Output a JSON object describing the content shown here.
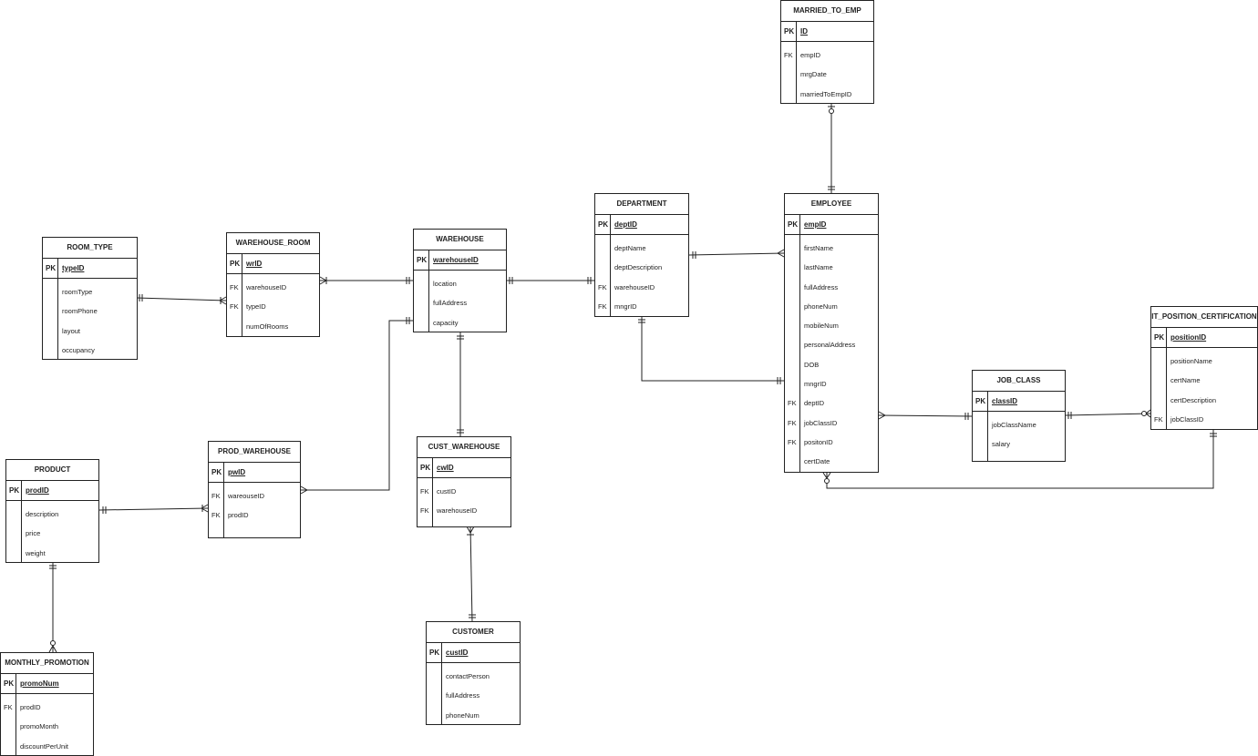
{
  "entities": {
    "married_to_emp": {
      "title": "MARRIED_TO_EMP",
      "pk_label": "PK",
      "pk": "ID",
      "attrs": [
        {
          "key": "FK",
          "name": "empID"
        },
        {
          "key": "",
          "name": "mrgDate"
        },
        {
          "key": "",
          "name": "marriedToEmpID"
        }
      ]
    },
    "room_type": {
      "title": "ROOM_TYPE",
      "pk_label": "PK",
      "pk": "typeID",
      "attrs": [
        {
          "key": "",
          "name": "roomType"
        },
        {
          "key": "",
          "name": "roomPhone"
        },
        {
          "key": "",
          "name": "layout"
        },
        {
          "key": "",
          "name": "occupancy"
        }
      ]
    },
    "warehouse_room": {
      "title": "WAREHOUSE_ROOM",
      "pk_label": "PK",
      "pk": "wrID",
      "attrs": [
        {
          "key": "FK",
          "name": "warehouseID"
        },
        {
          "key": "FK",
          "name": "typeID"
        },
        {
          "key": "",
          "name": "numOfRooms"
        }
      ]
    },
    "warehouse": {
      "title": "WAREHOUSE",
      "pk_label": "PK",
      "pk": "warehouseID",
      "attrs": [
        {
          "key": "",
          "name": "location"
        },
        {
          "key": "",
          "name": "fullAddress"
        },
        {
          "key": "",
          "name": "capacity"
        }
      ]
    },
    "department": {
      "title": "DEPARTMENT",
      "pk_label": "PK",
      "pk": "deptID",
      "attrs": [
        {
          "key": "",
          "name": "deptName"
        },
        {
          "key": "",
          "name": "deptDescription"
        },
        {
          "key": "FK",
          "name": "warehouseID"
        },
        {
          "key": "FK",
          "name": "mngrID"
        }
      ]
    },
    "employee": {
      "title": "EMPLOYEE",
      "pk_label": "PK",
      "pk": "empID",
      "attrs": [
        {
          "key": "",
          "name": "firstName"
        },
        {
          "key": "",
          "name": "lastName"
        },
        {
          "key": "",
          "name": "fullAddress"
        },
        {
          "key": "",
          "name": "phoneNum"
        },
        {
          "key": "",
          "name": "mobileNum"
        },
        {
          "key": "",
          "name": "personalAddress"
        },
        {
          "key": "",
          "name": "DOB"
        },
        {
          "key": "",
          "name": "mngrID"
        },
        {
          "key": "FK",
          "name": "deptID"
        },
        {
          "key": "FK",
          "name": "jobClassID"
        },
        {
          "key": "FK",
          "name": "positonID"
        },
        {
          "key": "",
          "name": "certDate"
        }
      ]
    },
    "it_position_certification": {
      "title": "IT_POSITION_CERTIFICATION",
      "pk_label": "PK",
      "pk": "positionID",
      "attrs": [
        {
          "key": "",
          "name": "positionName"
        },
        {
          "key": "",
          "name": "certName"
        },
        {
          "key": "",
          "name": "certDescription"
        },
        {
          "key": "FK",
          "name": "jobClassID"
        }
      ]
    },
    "job_class": {
      "title": "JOB_CLASS",
      "pk_label": "PK",
      "pk": "classID",
      "attrs": [
        {
          "key": "",
          "name": "jobClassName"
        },
        {
          "key": "",
          "name": "salary"
        }
      ]
    },
    "product": {
      "title": "PRODUCT",
      "pk_label": "PK",
      "pk": "prodID",
      "attrs": [
        {
          "key": "",
          "name": "description"
        },
        {
          "key": "",
          "name": "price"
        },
        {
          "key": "",
          "name": "weight"
        }
      ]
    },
    "prod_warehouse": {
      "title": "PROD_WAREHOUSE",
      "pk_label": "PK",
      "pk": "pwID",
      "attrs": [
        {
          "key": "FK",
          "name": "wareouseID"
        },
        {
          "key": "FK",
          "name": "prodID"
        }
      ]
    },
    "cust_warehouse": {
      "title": "CUST_WAREHOUSE",
      "pk_label": "PK",
      "pk": "cwID",
      "attrs": [
        {
          "key": "FK",
          "name": "custID"
        },
        {
          "key": "FK",
          "name": "warehouseID"
        }
      ]
    },
    "customer": {
      "title": "CUSTOMER",
      "pk_label": "PK",
      "pk": "custID",
      "attrs": [
        {
          "key": "",
          "name": "contactPerson"
        },
        {
          "key": "",
          "name": "fullAddress"
        },
        {
          "key": "",
          "name": "phoneNum"
        }
      ]
    },
    "monthly_promotion": {
      "title": "MONTHLY_PROMOTION",
      "pk_label": "PK",
      "pk": "promoNum",
      "attrs": [
        {
          "key": "FK",
          "name": "prodID"
        },
        {
          "key": "",
          "name": "promoMonth"
        },
        {
          "key": "",
          "name": "discountPerUnit"
        }
      ]
    }
  }
}
